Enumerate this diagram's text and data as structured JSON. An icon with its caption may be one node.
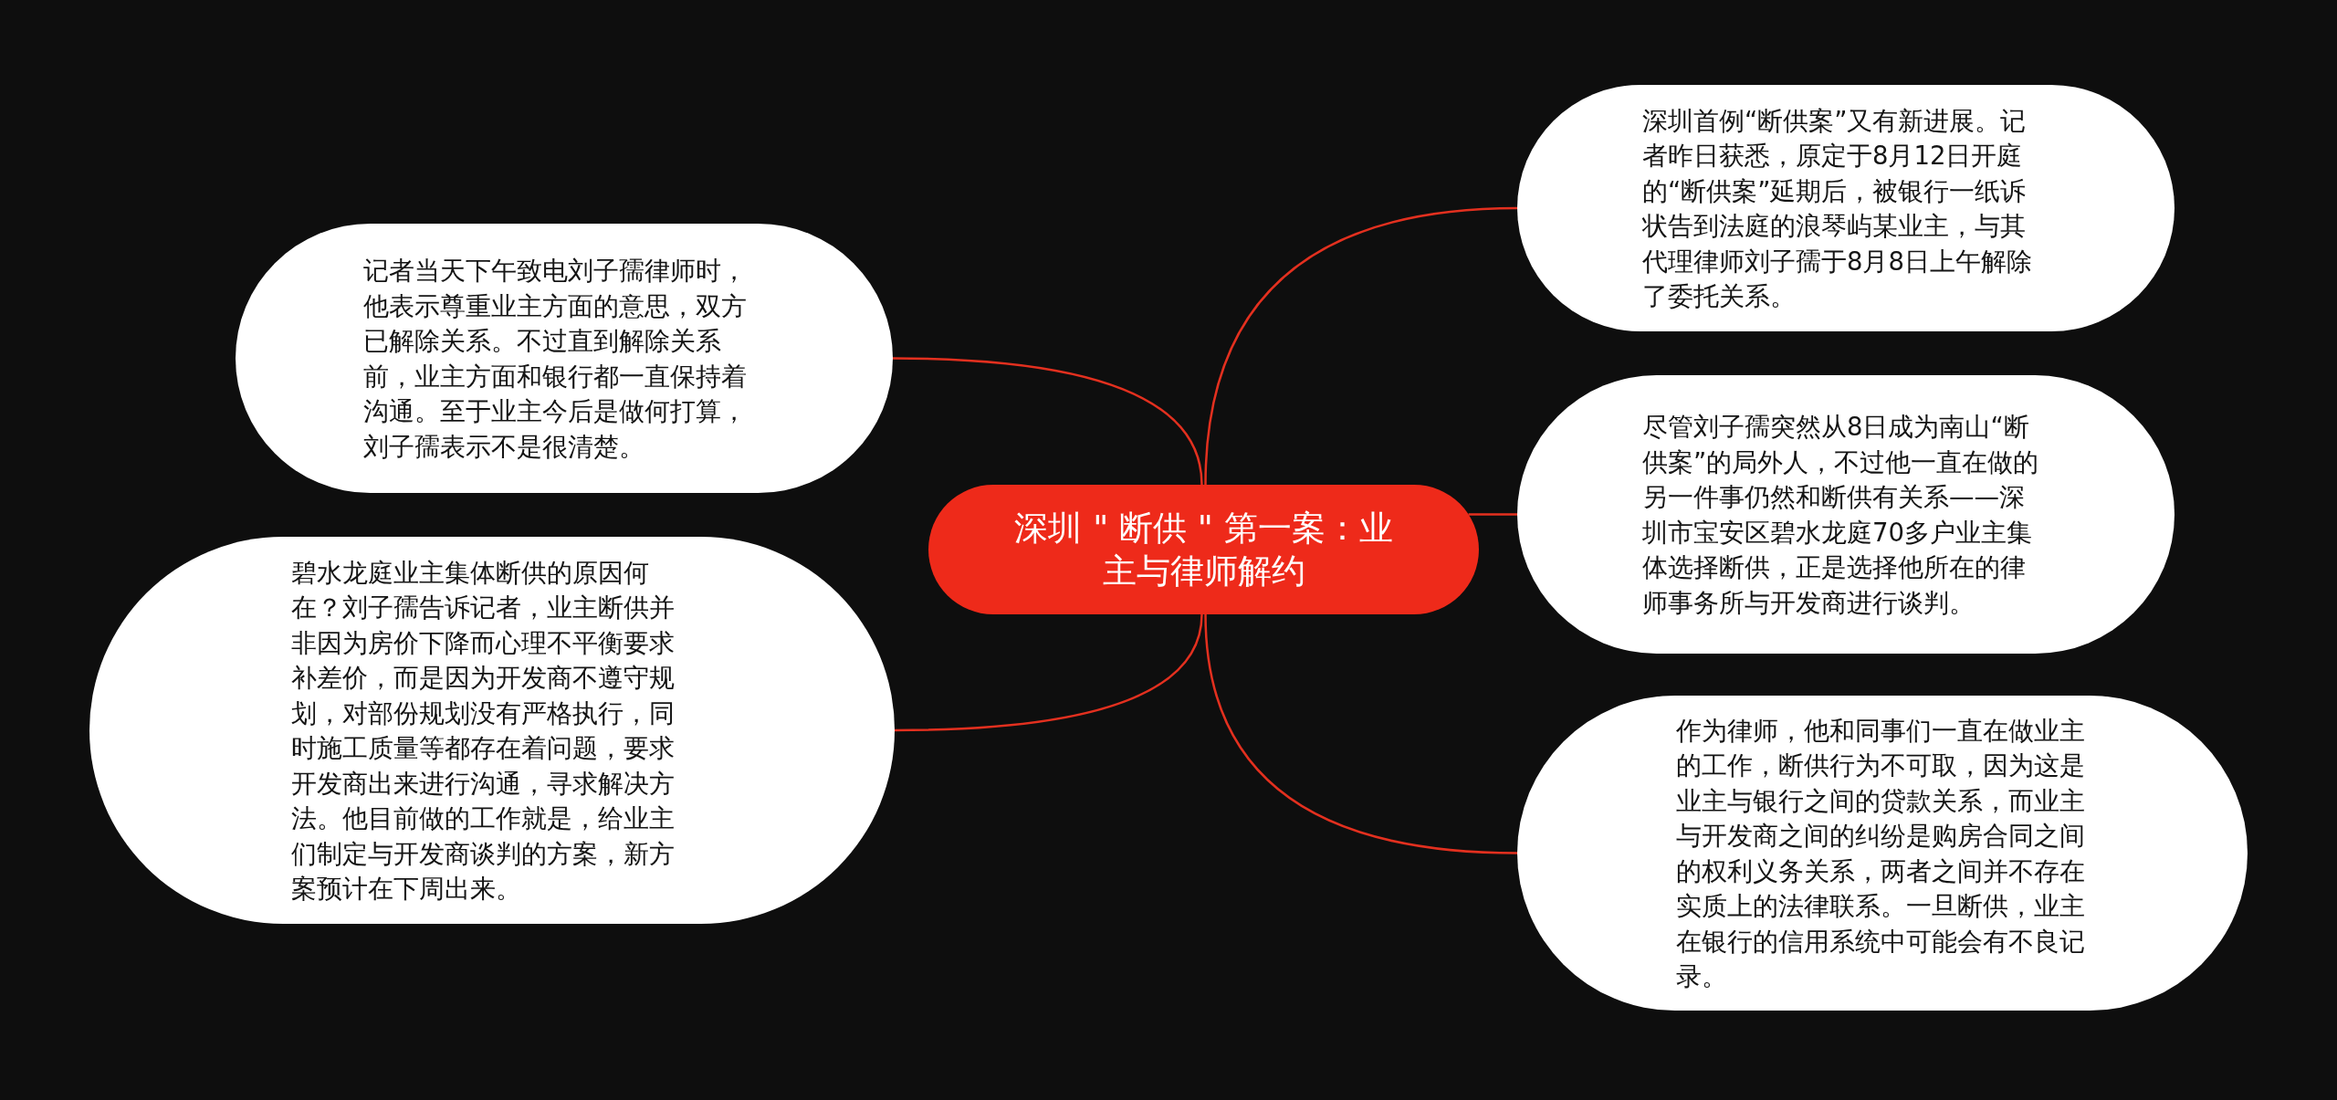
{
  "diagram": {
    "nodes": [
      {
        "text": [
          "深圳 \" 断供 \" 第一案：业主与律师解约"
        ]
      },
      {
        "text": [
          "深圳首例“断供案”又有新进展。记者昨日获悉，原定于8月12日开庭的“断供案”延期后，被银行一纸诉状告到法庭的浪琴屿某业主，与其代理律师刘子孺于8月8日上午解除了委托关系。"
        ]
      },
      {
        "text": [
          "尽管刘子孺突然从8日成为南山“断供案”的局外人，不过他一直在做的另一件事仍然和断供有关系——深圳市宝安区碧水龙庭70多户业主集体选择断供，正是选择他所在的律师事务所与开发商进行谈判。"
        ]
      },
      {
        "text": [
          "作为律师，他和同事们一直在做业主的工作，断供行为不可取，因为这是业主与银行之间的贷款关系，而业主与开发商之间的纠纷是购房合同之间的权利义务关系，两者之间并不存在实质上的法律联系。一旦断供，业主在银行的信用系统中可能会有不良记录。"
        ]
      },
      {
        "text": [
          "记者当天下午致电刘子孺律师时，他表示尊重业主方面的意思，双方已解除关系。不过直到解除关系前，业主方面和银行都一直保持着沟通。至于业主今后是做何打算，刘子孺表示不是很清楚。"
        ]
      },
      {
        "text": [
          "碧水龙庭业主集体断供的原因何在？刘子孺告诉记者，业主断供并非因为房价下降而心理不平衡要求补差价，而是因为开发商不遵守规划，对部份规划没有严格执行，同时施工质量等都存在着问题，要求开发商出来进行沟通，寻求解决方法。他目前做的工作就是，给业主们制定与开发商谈判的方案，新方案预计在下周出来。"
        ]
      }
    ],
    "edges": [
      {
        "from": 0,
        "to": 1,
        "arrow": "none"
      },
      {
        "from": 0,
        "to": 2,
        "arrow": "none"
      },
      {
        "from": 0,
        "to": 3,
        "arrow": "none"
      },
      {
        "from": 0,
        "to": 4,
        "arrow": "none"
      },
      {
        "from": 0,
        "to": 5,
        "arrow": "none"
      }
    ]
  }
}
